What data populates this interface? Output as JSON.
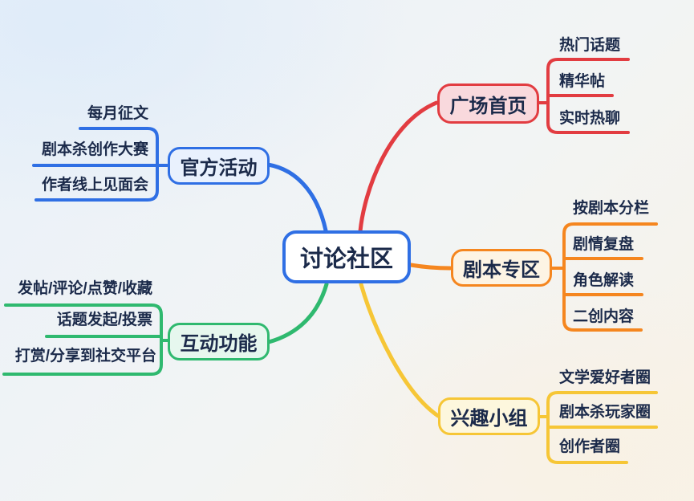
{
  "center": {
    "label": "讨论社区"
  },
  "branches": [
    {
      "label": "官方活动",
      "color": "#2f6fe4",
      "side": "left",
      "children": [
        "每月征文",
        "剧本杀创作大赛",
        "作者线上见面会"
      ]
    },
    {
      "label": "广场首页",
      "color": "#e23c41",
      "side": "right",
      "children": [
        "热门话题",
        "精华帖",
        "实时热聊"
      ]
    },
    {
      "label": "剧本专区",
      "color": "#f5861f",
      "side": "right",
      "children": [
        "按剧本分栏",
        "剧情复盘",
        "角色解读",
        "二创内容"
      ]
    },
    {
      "label": "互动功能",
      "color": "#2fb96f",
      "side": "left",
      "children": [
        "发帖/评论/点赞/收藏",
        "话题发起/投票",
        "打赏/分享到社交平台"
      ]
    },
    {
      "label": "兴趣小组",
      "color": "#f6c636",
      "side": "right",
      "children": [
        "文学爱好者圈",
        "剧本杀玩家圈",
        "创作者圈"
      ]
    }
  ],
  "style": {
    "text_color": "#1b2a4a",
    "center_fill": "#ffffff",
    "background_top_left": "#e9f1fa",
    "background_bottom_right": "#f8f2e7"
  }
}
